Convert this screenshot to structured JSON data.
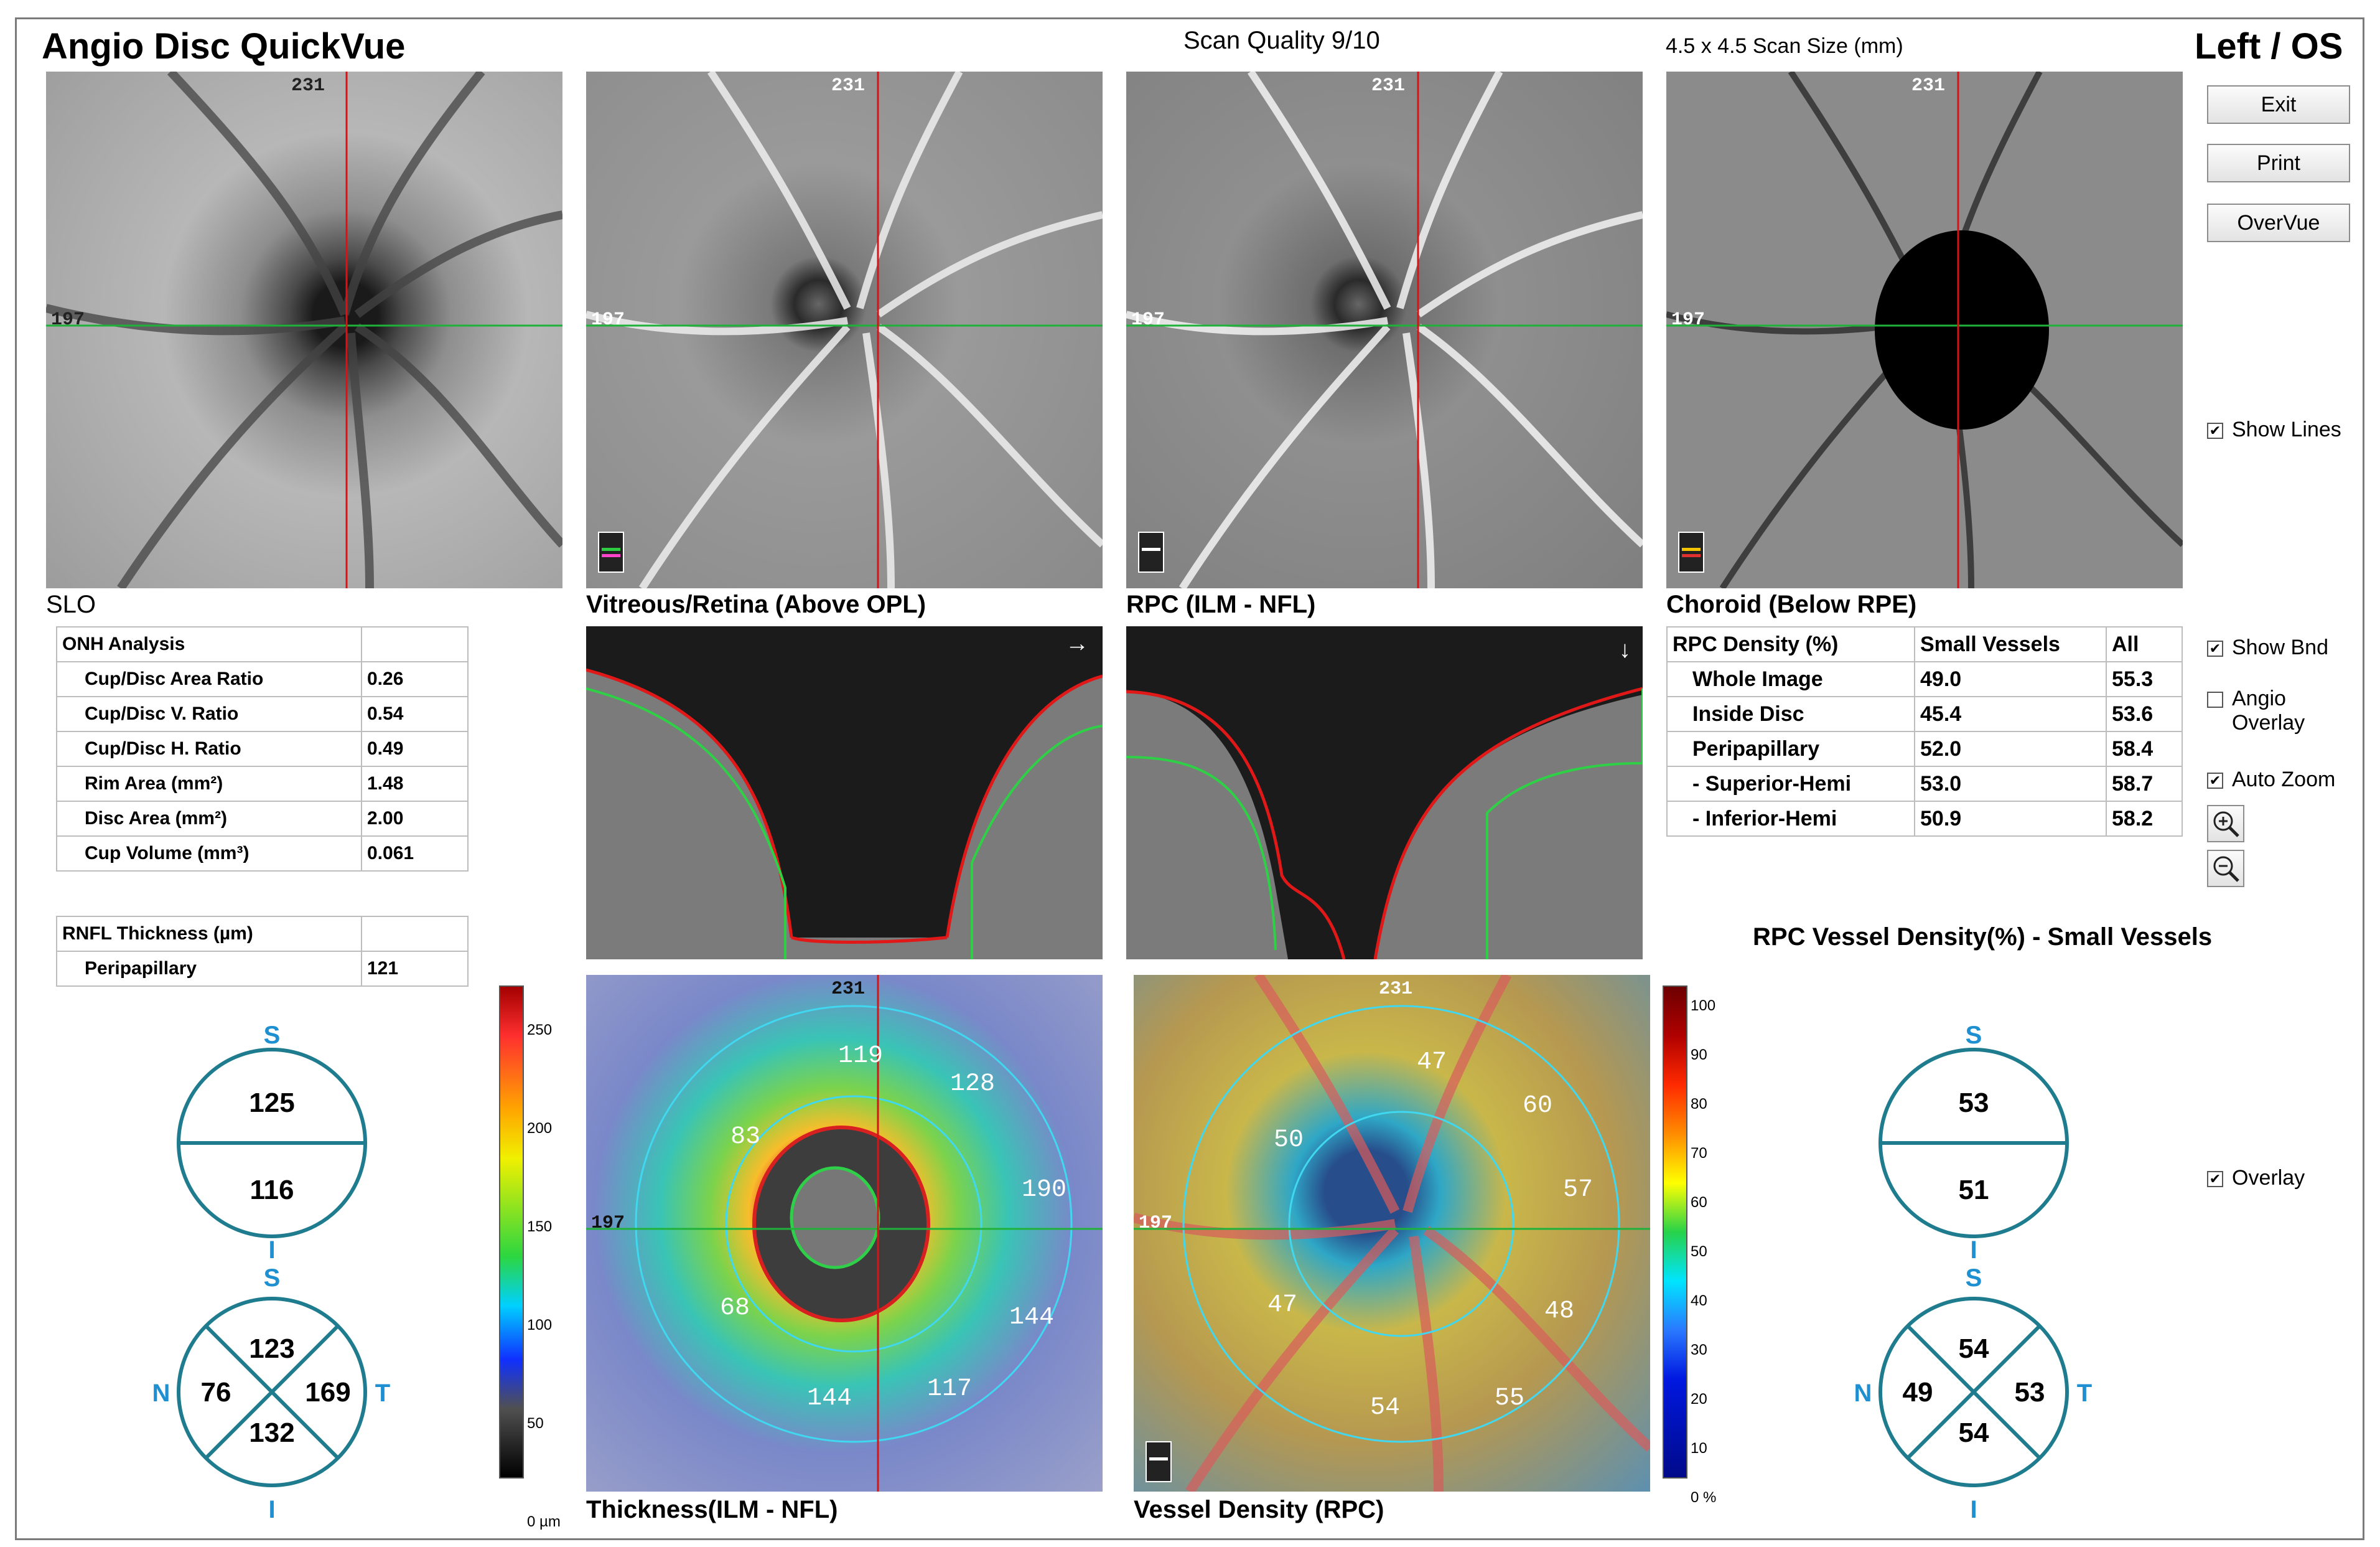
{
  "header": {
    "app_title": "Angio Disc QuickVue",
    "scan_quality": "Scan Quality 9/10",
    "scan_size": "4.5 x 4.5 Scan Size (mm)",
    "eye": "Left / OS"
  },
  "buttons": {
    "exit": "Exit",
    "print": "Print",
    "overvue": "OverVue"
  },
  "options": {
    "show_lines": {
      "label": "Show Lines",
      "checked": true
    },
    "show_bnd": {
      "label": "Show Bnd",
      "checked": true
    },
    "angio_overlay": {
      "label": "Angio Overlay",
      "checked": false
    },
    "auto_zoom": {
      "label": "Auto Zoom",
      "checked": true
    },
    "overlay": {
      "label": "Overlay",
      "checked": true
    }
  },
  "panels": {
    "slo": "SLO",
    "vitreous": "Vitreous/Retina (Above OPL)",
    "rpc": "RPC (ILM - NFL)",
    "choroid": "Choroid (Below RPE)",
    "thickness": "Thickness(ILM - NFL)",
    "vessel_density": "Vessel Density (RPC)",
    "marker_x": "231",
    "marker_y": "197"
  },
  "onh_analysis": {
    "title": "ONH Analysis",
    "rows": [
      {
        "label": "Cup/Disc Area Ratio",
        "value": "0.26"
      },
      {
        "label": "Cup/Disc V. Ratio",
        "value": "0.54"
      },
      {
        "label": "Cup/Disc H. Ratio",
        "value": "0.49"
      },
      {
        "label": "Rim Area (mm²)",
        "value": "1.48"
      },
      {
        "label": "Disc Area (mm²)",
        "value": "2.00"
      },
      {
        "label": "Cup Volume (mm³)",
        "value": "0.061"
      }
    ]
  },
  "rnfl_thickness": {
    "title": "RNFL Thickness (µm)",
    "rows": [
      {
        "label": "Peripapillary",
        "value": "121"
      }
    ]
  },
  "rpc_density": {
    "headers": [
      "RPC Density (%)",
      "Small Vessels",
      "All"
    ],
    "rows": [
      {
        "label": "Whole Image",
        "small": "49.0",
        "all": "55.3"
      },
      {
        "label": "Inside Disc",
        "small": "45.4",
        "all": "53.6"
      },
      {
        "label": "Peripapillary",
        "small": "52.0",
        "all": "58.4"
      },
      {
        "label": " - Superior-Hemi",
        "small": "53.0",
        "all": "58.7"
      },
      {
        "label": " - Inferior-Hemi",
        "small": "50.9",
        "all": "58.2"
      }
    ]
  },
  "rpc_vessel_density_title": "RPC Vessel Density(%) - Small Vessels",
  "thickness_hemi": {
    "s_label": "S",
    "i_label": "I",
    "superior": "125",
    "inferior": "116"
  },
  "thickness_quad": {
    "s_label": "S",
    "i_label": "I",
    "n_label": "N",
    "t_label": "T",
    "superior": "123",
    "inferior": "132",
    "nasal": "76",
    "temporal": "169"
  },
  "density_hemi": {
    "s_label": "S",
    "i_label": "I",
    "superior": "53",
    "inferior": "51"
  },
  "density_quad": {
    "s_label": "S",
    "i_label": "I",
    "n_label": "N",
    "t_label": "T",
    "superior": "54",
    "inferior": "54",
    "nasal": "49",
    "temporal": "53"
  },
  "thickness_scale": {
    "ticks": [
      "250",
      "200",
      "150",
      "100",
      "50",
      "0 µm"
    ]
  },
  "density_scale": {
    "ticks": [
      "100",
      "90",
      "80",
      "70",
      "60",
      "50",
      "40",
      "30",
      "20",
      "10",
      "0 %"
    ]
  },
  "thickness_sectors": [
    "119",
    "128",
    "190",
    "144",
    "117",
    "144",
    "68",
    "83"
  ],
  "density_sectors": [
    "47",
    "60",
    "57",
    "48",
    "55",
    "54",
    "47",
    "50"
  ]
}
